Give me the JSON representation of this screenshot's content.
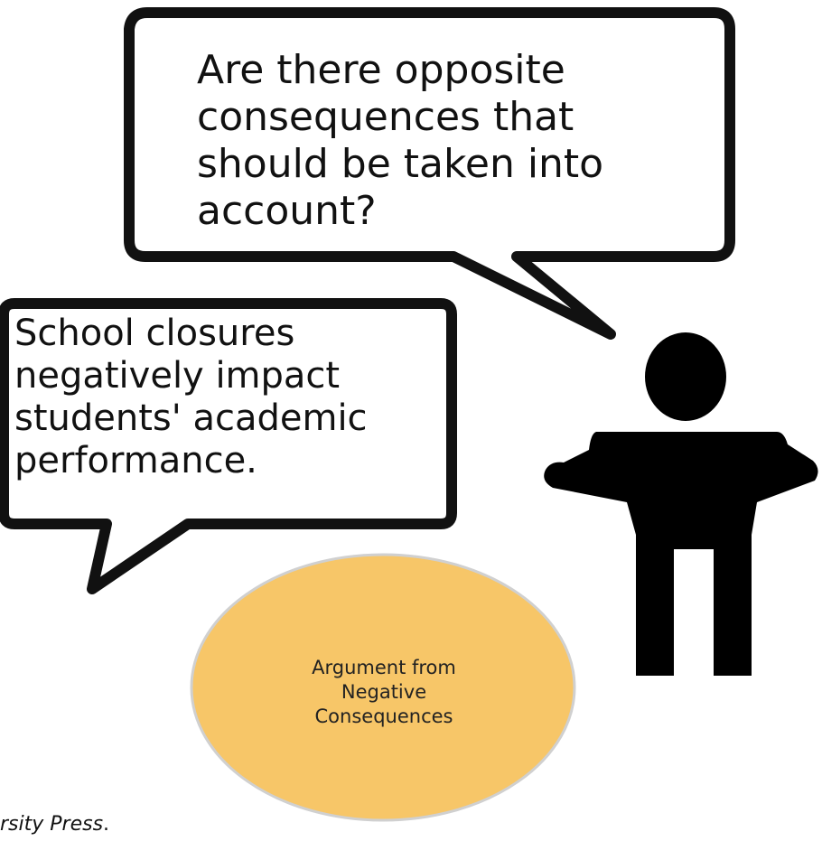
{
  "speech_bubble_question": {
    "lines": [
      "Are there opposite",
      "consequences that",
      "should be taken into",
      "account?"
    ]
  },
  "speech_bubble_statement": {
    "lines": [
      "School closures",
      "negatively impact",
      "students' academic",
      "performance."
    ]
  },
  "scheme_circle": {
    "lines": [
      "Argument from",
      "Negative",
      "Consequences"
    ],
    "fill_color": "#f7c668",
    "border_color": "#d0d0d0"
  },
  "citation": {
    "italic": "rsity Press",
    "tail": "."
  },
  "colors": {
    "bubble_border": "#111111",
    "bubble_fill": "#ffffff",
    "person": "#000000"
  },
  "icons": {
    "person": "shrugging-person-icon"
  }
}
